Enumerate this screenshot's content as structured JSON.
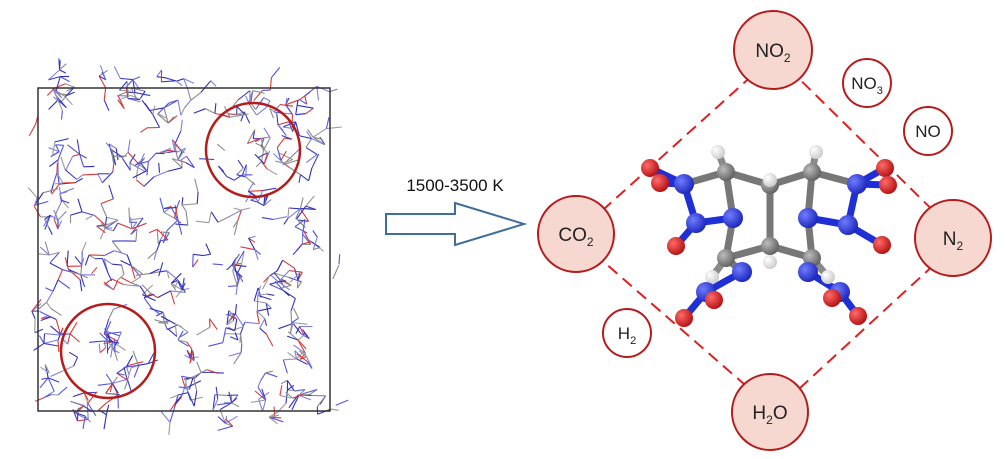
{
  "arrow": {
    "label": "1500-3500 K"
  },
  "species": {
    "no2": {
      "main": "NO",
      "sub": "2",
      "tail": ""
    },
    "no3": {
      "main": "NO",
      "sub": "3",
      "tail": ""
    },
    "no": {
      "main": "NO",
      "sub": "",
      "tail": ""
    },
    "co2": {
      "main": "CO",
      "sub": "2",
      "tail": ""
    },
    "n2": {
      "main": "N",
      "sub": "2",
      "tail": ""
    },
    "h2": {
      "main": "H",
      "sub": "2",
      "tail": ""
    },
    "h2o": {
      "main": "H",
      "sub": "2",
      "tail": "O"
    }
  },
  "colors": {
    "circle_stroke": "#b51c1c",
    "circle_fill": "#f6d8d0",
    "dash_line": "#e02020",
    "arrow_stroke": "#3f6e9a",
    "nitrogen": "#1f2fd6",
    "oxygen": "#d01818",
    "carbon": "#808080",
    "hydrogen": "#eeeeee",
    "cell_border": "#333333"
  }
}
